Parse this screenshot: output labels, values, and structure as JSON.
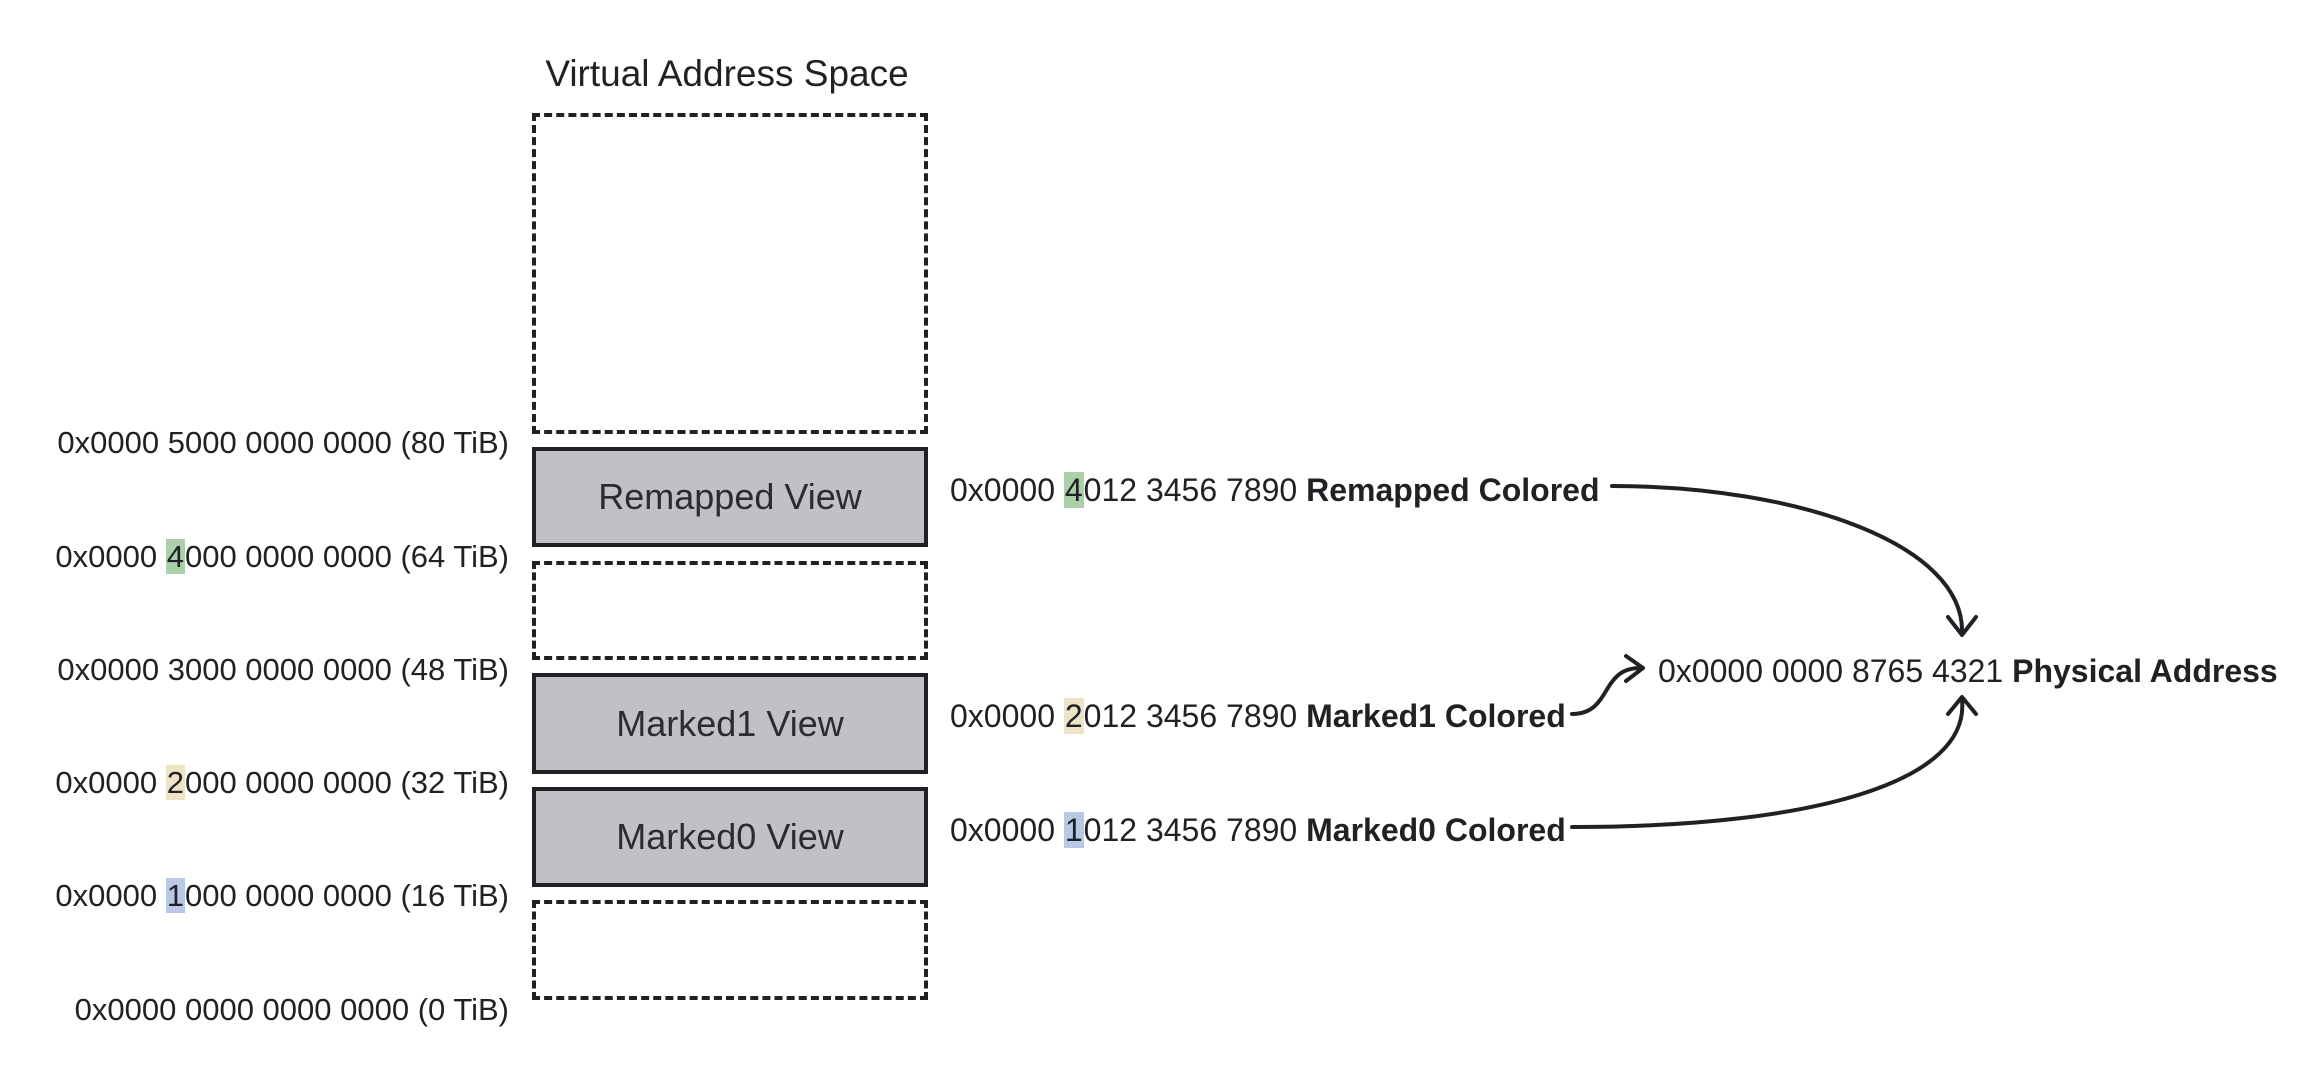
{
  "title": "Virtual Address Space",
  "colors": {
    "remapped_highlight": "#aacfa9",
    "marked1_highlight": "#ede3c6",
    "marked0_highlight": "#b7c9e4",
    "view_fill": "#bfc1c5",
    "ink": "#1f2124"
  },
  "address_labels": [
    {
      "prefix": "0x0000 ",
      "digit": "5",
      "rest": "000 0000 0000 (80 TiB)",
      "highlight": ""
    },
    {
      "prefix": "0x0000 ",
      "digit": "4",
      "rest": "000 0000 0000 (64 TiB)",
      "highlight": "#aacfa9"
    },
    {
      "prefix": "0x0000 ",
      "digit": "3",
      "rest": "000 0000 0000 (48 TiB)",
      "highlight": ""
    },
    {
      "prefix": "0x0000 ",
      "digit": "2",
      "rest": "000 0000 0000 (32 TiB)",
      "highlight": "#ede3c6"
    },
    {
      "prefix": "0x0000 ",
      "digit": "1",
      "rest": "000 0000 0000 (16 TiB)",
      "highlight": "#b7c9e4"
    },
    {
      "prefix": "0x0000 ",
      "digit": "0",
      "rest": "000 0000 0000 (0 TiB)",
      "highlight": ""
    }
  ],
  "views": {
    "remapped": "Remapped View",
    "marked1": "Marked1 View",
    "marked0": "Marked0 View"
  },
  "colored_addresses": {
    "remapped": {
      "prefix": "0x0000 ",
      "digit": "4",
      "rest": "012 3456 7890 ",
      "label": "Remapped Colored"
    },
    "marked1": {
      "prefix": "0x0000 ",
      "digit": "2",
      "rest": "012 3456 7890 ",
      "label": "Marked1 Colored"
    },
    "marked0": {
      "prefix": "0x0000 ",
      "digit": "1",
      "rest": "012 3456 7890 ",
      "label": "Marked0 Colored"
    }
  },
  "physical": {
    "value": "0x0000 0000 8765 4321 ",
    "label": "Physical Address"
  }
}
